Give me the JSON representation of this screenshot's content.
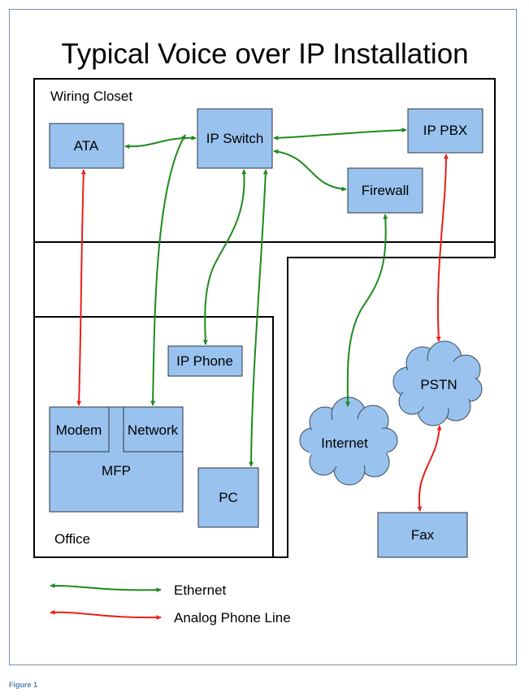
{
  "title": "Typical Voice over IP Installation",
  "areas": {
    "wiring_closet": "Wiring Closet",
    "office": "Office"
  },
  "devices": {
    "ata": "ATA",
    "ip_switch": "IP Switch",
    "ip_pbx": "IP PBX",
    "firewall": "Firewall",
    "ip_phone": "IP Phone",
    "modem": "Modem",
    "network": "Network",
    "mfp": "MFP",
    "pc": "PC",
    "fax": "Fax"
  },
  "clouds": {
    "internet": "Internet",
    "pstn": "PSTN"
  },
  "legend": {
    "ethernet": "Ethernet",
    "analog": "Analog Phone Line"
  },
  "colors": {
    "ethernet": "#1e8a1e",
    "analog": "#e8201a",
    "device_fill": "#99c2ee"
  },
  "caption": "Figure 1"
}
